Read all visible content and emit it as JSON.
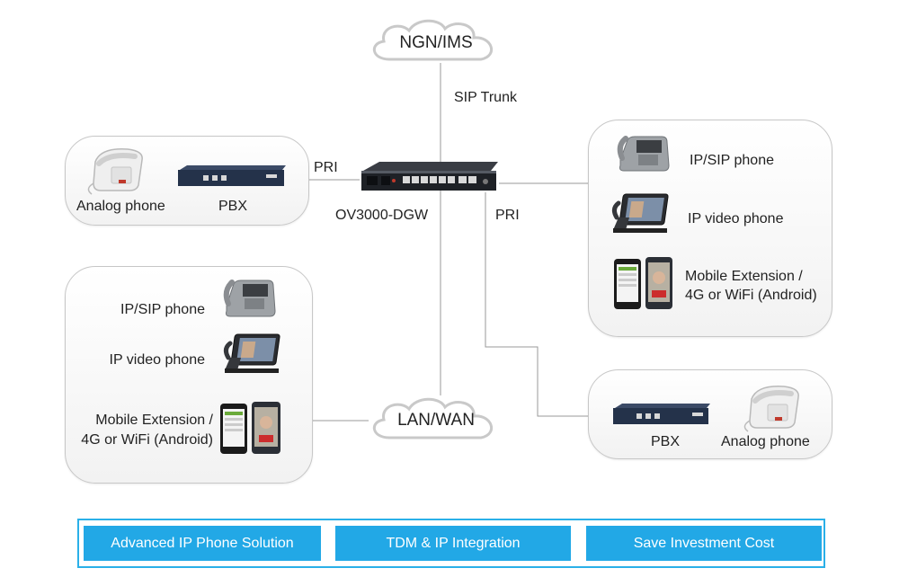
{
  "network": {
    "ngn_cloud": "NGN/IMS",
    "lan_cloud": "LAN/WAN",
    "sip_trunk_label": "SIP Trunk",
    "pri_left_label": "PRI",
    "pri_right_label": "PRI",
    "gateway_label": "OV3000-DGW"
  },
  "left_top_box": {
    "analog_phone": "Analog phone",
    "pbx": "PBX"
  },
  "right_top_box": {
    "ip_sip_phone": "IP/SIP phone",
    "ip_video_phone": "IP video phone",
    "mobile_line1": "Mobile Extension /",
    "mobile_line2": "4G or WiFi (Android)"
  },
  "left_bottom_box": {
    "ip_sip_phone": "IP/SIP phone",
    "ip_video_phone": "IP video phone",
    "mobile_line1": "Mobile Extension /",
    "mobile_line2": "4G or WiFi (Android)"
  },
  "right_bottom_box": {
    "pbx": "PBX",
    "analog_phone": "Analog phone"
  },
  "features": [
    "Advanced IP Phone Solution",
    "TDM & IP Integration",
    "Save Investment Cost"
  ],
  "colors": {
    "accent": "#22a8e6",
    "accent_border": "#2ab0e8",
    "line": "#9a9a9a"
  },
  "icons": [
    "cloud-icon",
    "gateway-device-icon",
    "pbx-device-icon",
    "analog-phone-icon",
    "ip-phone-icon",
    "video-phone-icon",
    "smartphone-icon"
  ]
}
